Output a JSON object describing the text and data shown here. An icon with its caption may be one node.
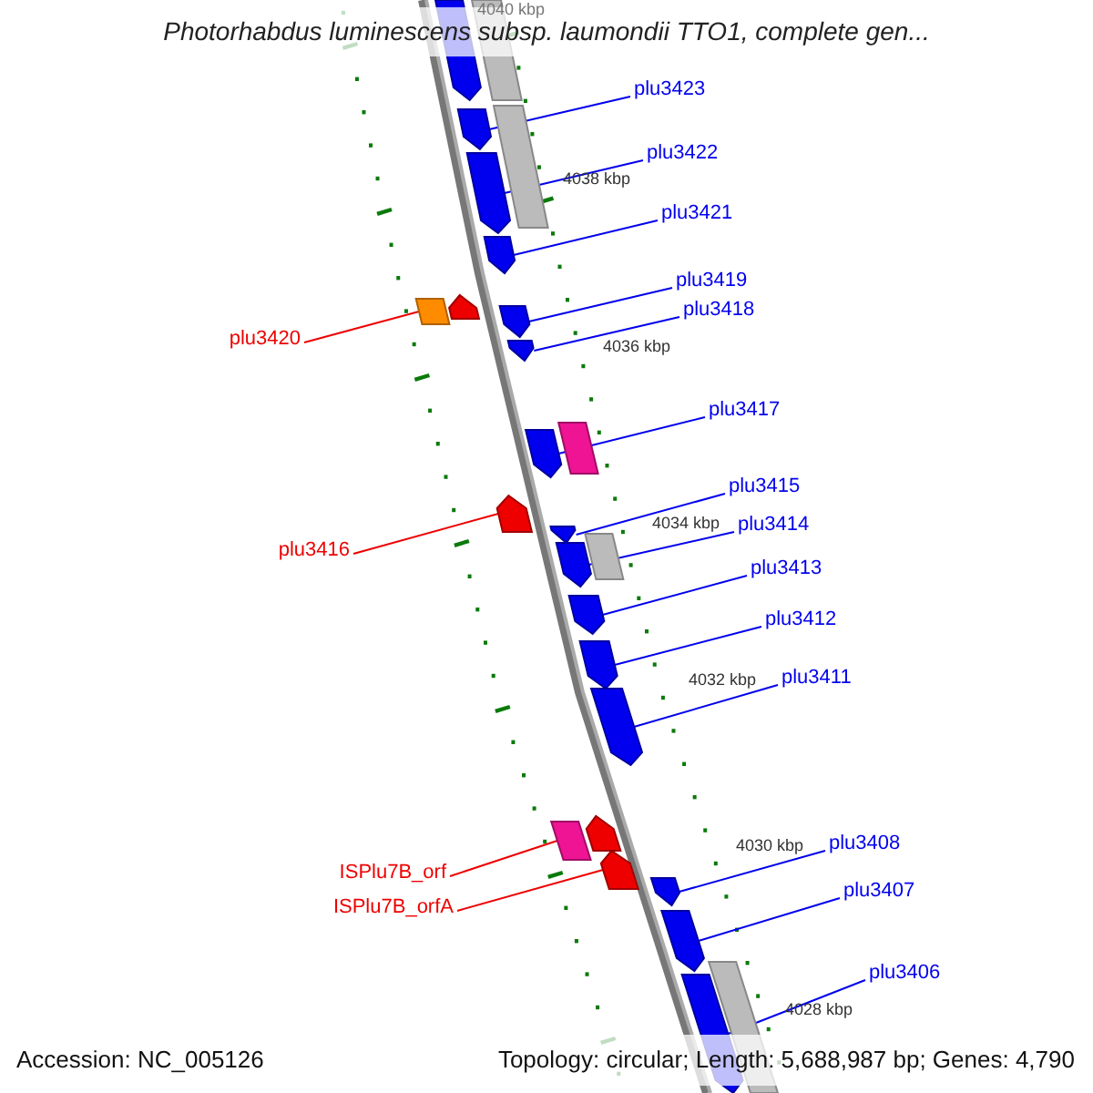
{
  "diagram": {
    "title": "Photorhabdus luminescens subsp. laumondii TTO1, complete gen...",
    "nodes": [
      {
        "text": [
          "plu3423"
        ]
      },
      {
        "text": [
          "plu3422"
        ]
      },
      {
        "text": [
          "plu3421"
        ]
      },
      {
        "text": [
          "plu3419"
        ]
      },
      {
        "text": [
          "plu3418"
        ]
      },
      {
        "text": [
          "plu3420"
        ]
      },
      {
        "text": [
          "plu3417"
        ]
      },
      {
        "text": [
          "plu3415"
        ]
      },
      {
        "text": [
          "plu3416"
        ]
      },
      {
        "text": [
          "plu3414"
        ]
      },
      {
        "text": [
          "plu3413"
        ]
      },
      {
        "text": [
          "plu3412"
        ]
      },
      {
        "text": [
          "plu3411"
        ]
      },
      {
        "text": [
          "ISPlu7B_orf"
        ]
      },
      {
        "text": [
          "ISPlu7B_orfA"
        ]
      },
      {
        "text": [
          "plu3408"
        ]
      },
      {
        "text": [
          "plu3407"
        ]
      },
      {
        "text": [
          "plu3406"
        ]
      },
      {
        "text": [],
        "shape": "pentagon"
      },
      {
        "text": [],
        "shape": "box"
      },
      {
        "text": [],
        "shape": "box"
      },
      {
        "text": [],
        "shape": "pentagon"
      },
      {
        "text": [],
        "shape": "pentagon"
      },
      {
        "text": [],
        "shape": "pentagon"
      },
      {
        "text": [],
        "shape": "pentagon"
      },
      {
        "text": [],
        "shape": "box"
      },
      {
        "text": [],
        "shape": "pentagon"
      },
      {
        "text": [],
        "shape": "pentagon"
      },
      {
        "text": [],
        "shape": "box"
      },
      {
        "text": [],
        "shape": "pentagon"
      },
      {
        "text": [],
        "shape": "pentagon"
      },
      {
        "text": [],
        "shape": "pentagon"
      },
      {
        "text": [],
        "shape": "box"
      },
      {
        "text": [],
        "shape": "pentagon"
      },
      {
        "text": [],
        "shape": "pentagon"
      },
      {
        "text": [],
        "shape": "pentagon"
      },
      {
        "text": [],
        "shape": "pentagon"
      },
      {
        "text": [],
        "shape": "pentagon"
      },
      {
        "text": [],
        "shape": "box"
      },
      {
        "text": [],
        "shape": "pentagon"
      },
      {
        "text": [],
        "shape": "pentagon"
      },
      {
        "text": [],
        "shape": "pentagon"
      },
      {
        "text": [],
        "shape": "box"
      },
      {
        "text": [],
        "shape": "pentagon"
      }
    ],
    "edges": [
      {
        "from": 0,
        "to": 21,
        "arrow": "none"
      },
      {
        "from": 1,
        "to": 22,
        "arrow": "none"
      },
      {
        "from": 2,
        "to": 23,
        "arrow": "none"
      },
      {
        "from": 3,
        "to": 26,
        "arrow": "none"
      },
      {
        "from": 4,
        "to": 27,
        "arrow": "none"
      },
      {
        "from": 5,
        "to": 25,
        "arrow": "none",
        "color": "#ee0000"
      },
      {
        "from": 6,
        "to": 29,
        "arrow": "none"
      },
      {
        "from": 7,
        "to": 31,
        "arrow": "none"
      },
      {
        "from": 8,
        "to": 30,
        "arrow": "none",
        "color": "#ee0000"
      },
      {
        "from": 9,
        "to": 33,
        "arrow": "none"
      },
      {
        "from": 10,
        "to": 34,
        "arrow": "none"
      },
      {
        "from": 11,
        "to": 35,
        "arrow": "none"
      },
      {
        "from": 12,
        "to": 36,
        "arrow": "none"
      },
      {
        "from": 13,
        "to": 38,
        "arrow": "none",
        "color": "#ee0000"
      },
      {
        "from": 14,
        "to": 39,
        "arrow": "none",
        "color": "#ee0000"
      },
      {
        "from": 15,
        "to": 40,
        "arrow": "none"
      },
      {
        "from": 16,
        "to": 41,
        "arrow": "none"
      },
      {
        "from": 17,
        "to": 43,
        "arrow": "none"
      }
    ],
    "labels": [
      "4040 kbp",
      "4038 kbp",
      "4036 kbp",
      "4034 kbp",
      "4032 kbp",
      "4030 kbp",
      "4028 kbp",
      "Accession: NC_005126",
      "Topology: circular; Length: 5,688,987 bp; Genes: 4,790"
    ]
  }
}
